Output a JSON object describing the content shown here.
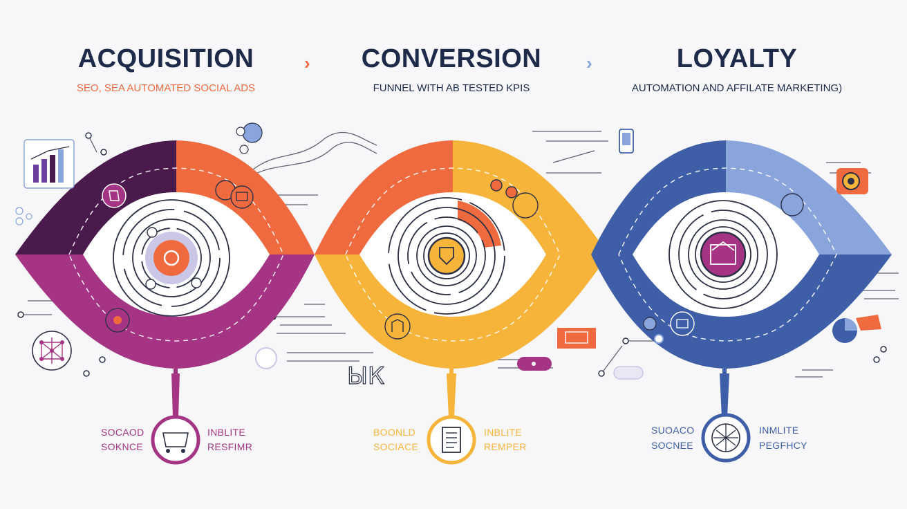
{
  "colors": {
    "acq_dark": "#4b1a4d",
    "acq_orange": "#ef6a3e",
    "acq_purple": "#a53584",
    "conv_orange": "#ef6a3e",
    "conv_yellow": "#f6b43a",
    "loy_dark": "#3e5ea8",
    "loy_light": "#8aa5db",
    "navy": "#1e2a4a"
  },
  "stages": [
    {
      "title": "ACQUISITION",
      "subtitle": "SEO, SEA AUTOMATED SOCIAL ADS",
      "center_icon": "gear-icon",
      "badge_icon": "shop-cart-icon",
      "left_top": "SOCAOD",
      "left_bottom": "SOKNCE",
      "right_top": "INBLITE",
      "right_bottom": "RESFIMR"
    },
    {
      "title": "CONVERSION",
      "subtitle": "FUNNEL WITH AB TESTED KPIS",
      "center_icon": "mask-icon",
      "badge_icon": "document-icon",
      "left_top": "BOONLD",
      "left_bottom": "SOCIACE",
      "right_top": "INBLITE",
      "right_bottom": "REMPER"
    },
    {
      "title": "LOYALTY",
      "subtitle": "AUTOMATION AND AFFILATE MARKETING)",
      "center_icon": "house-icon",
      "badge_icon": "globe-icon",
      "left_top": "SUOACO",
      "left_bottom": "SOCNEE",
      "right_top": "INMLITE",
      "right_bottom": "PEGFHCY"
    }
  ],
  "arrows": [
    "›",
    "›"
  ],
  "decor_text": {
    "scribble": "ЫК"
  }
}
